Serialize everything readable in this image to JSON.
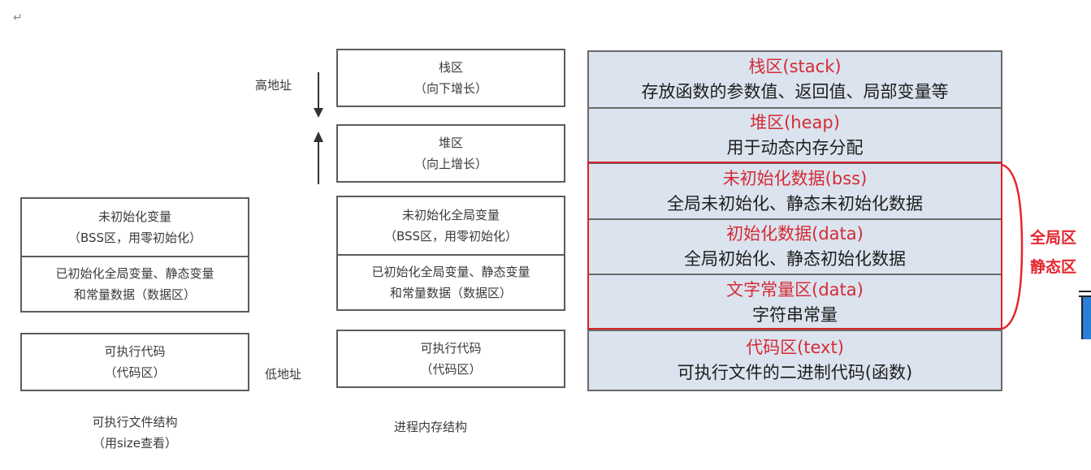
{
  "corner_mark": "↵",
  "exec_structure": {
    "bss_lines": [
      "未初始化变量",
      "（BSS区，用零初始化）"
    ],
    "data_lines": [
      "已初始化全局变量、静态变量",
      "和常量数据（数据区）"
    ],
    "code_lines": [
      "可执行代码",
      "（代码区）"
    ],
    "caption_lines": [
      "可执行文件结构",
      "（用size查看）"
    ]
  },
  "address_labels": {
    "high": "高地址",
    "low": "低地址"
  },
  "process_memory": {
    "stack_lines": [
      "栈区",
      "（向下增长）"
    ],
    "heap_lines": [
      "堆区",
      "（向上增长）"
    ],
    "bss_lines": [
      "未初始化全局变量",
      "（BSS区，用零初始化）"
    ],
    "data_lines": [
      "已初始化全局变量、静态变量",
      "和常量数据（数据区）"
    ],
    "code_lines": [
      "可执行代码",
      "（代码区）"
    ],
    "caption": "进程内存结构"
  },
  "memory_regions": [
    {
      "title": "栈区(stack)",
      "desc": "存放函数的参数值、返回值、局部变量等"
    },
    {
      "title": "堆区(heap)",
      "desc": "用于动态内存分配"
    },
    {
      "title": "未初始化数据(bss)",
      "desc": "全局未初始化、静态未初始化数据"
    },
    {
      "title": "初始化数据(data)",
      "desc": "全局初始化、静态初始化数据"
    },
    {
      "title": "文字常量区(data)",
      "desc": "字符串常量"
    },
    {
      "title": "代码区(text)",
      "desc": "可执行文件的二进制代码(函数)"
    }
  ],
  "global_static_label": [
    "全局区",
    "静态区"
  ],
  "colors": {
    "region_title": "#d42b36",
    "region_fill": "#dbe3ee",
    "highlight_border": "#d8232a"
  }
}
